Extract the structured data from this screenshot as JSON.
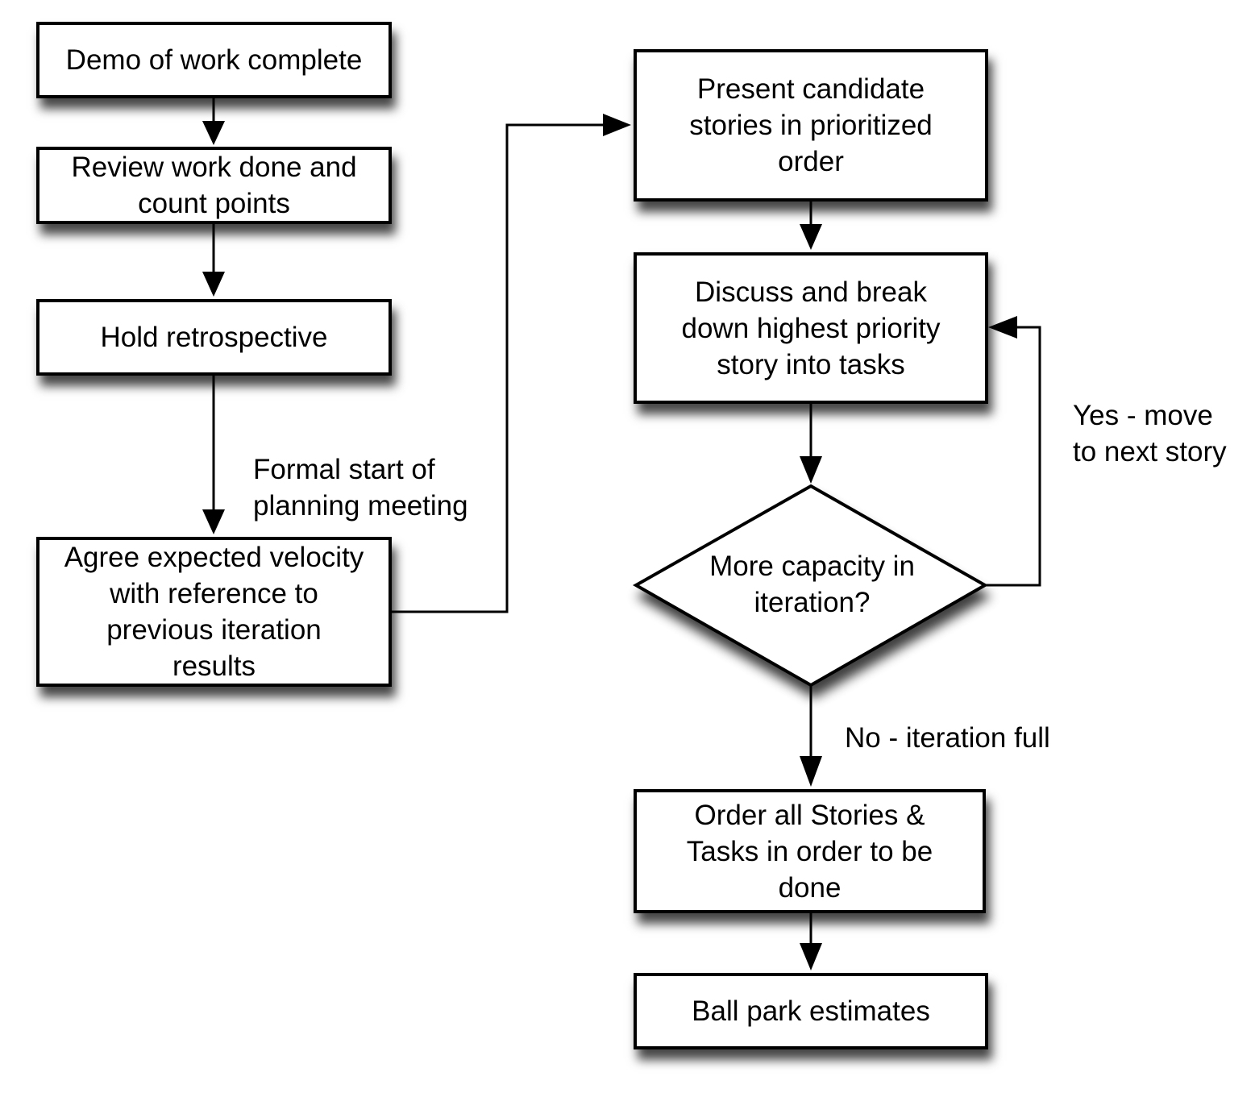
{
  "nodes": {
    "demo": "Demo of work complete",
    "review": "Review work done and\ncount points",
    "retro": "Hold retrospective",
    "velocity": "Agree expected velocity\nwith reference to\nprevious iteration\nresults",
    "present": "Present candidate\nstories in prioritized\norder",
    "discuss": "Discuss and break\ndown highest priority\nstory into tasks",
    "decision": "More capacity in\niteration?",
    "order": "Order all Stories &\nTasks in order to be\ndone",
    "ballpark": "Ball park estimates"
  },
  "edge_labels": {
    "formal_start": "Formal start of\nplanning meeting",
    "yes": "Yes - move\nto next story",
    "no": "No - iteration full"
  }
}
